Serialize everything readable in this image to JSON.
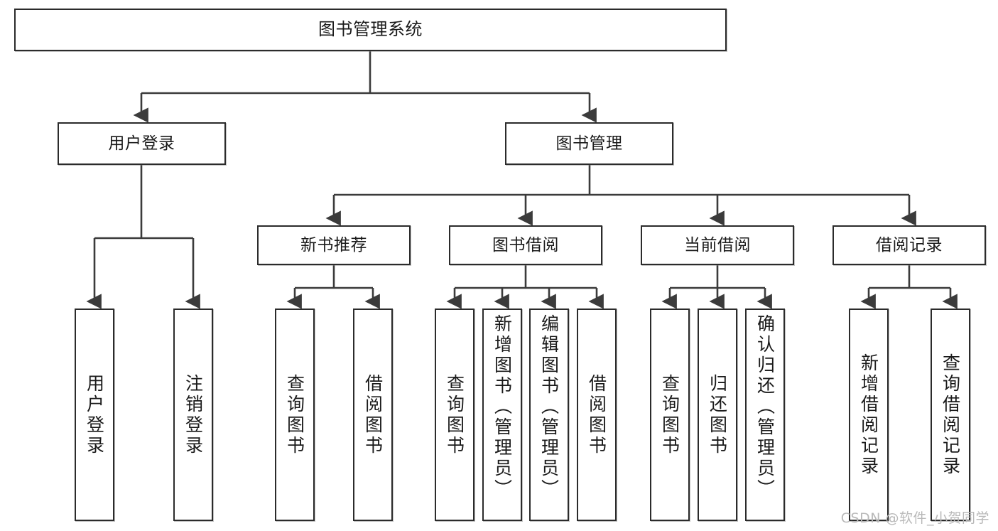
{
  "diagram": {
    "type": "tree-hierarchy",
    "title": "图书管理系统",
    "watermark": "CSDN @软件_小贺同学",
    "colors": {
      "border": "#2b2b2b",
      "background": "#ffffff",
      "text": "#1a1a1a",
      "connector": "#3b3b3b",
      "watermark": "#b9b9b9"
    },
    "levels": {
      "root": {
        "label": "图书管理系统"
      },
      "level2": [
        {
          "id": "user-login",
          "label": "用户登录"
        },
        {
          "id": "book-management",
          "label": "图书管理"
        }
      ],
      "level3": [
        {
          "id": "new-book-recommend",
          "label": "新书推荐",
          "parent": "book-management"
        },
        {
          "id": "book-borrow",
          "label": "图书借阅",
          "parent": "book-management"
        },
        {
          "id": "current-borrow",
          "label": "当前借阅",
          "parent": "book-management"
        },
        {
          "id": "borrow-record",
          "label": "借阅记录",
          "parent": "book-management"
        }
      ],
      "leaves": [
        {
          "id": "leaf-user-login",
          "label": "用户登录",
          "parent": "user-login"
        },
        {
          "id": "leaf-logout",
          "label": "注销登录",
          "parent": "user-login"
        },
        {
          "id": "leaf-query-book-1",
          "label": "查询图书",
          "parent": "new-book-recommend"
        },
        {
          "id": "leaf-borrow-book-1",
          "label": "借阅图书",
          "parent": "new-book-recommend"
        },
        {
          "id": "leaf-query-book-2",
          "label": "查询图书",
          "parent": "book-borrow"
        },
        {
          "id": "leaf-add-book",
          "label": "新增图书（管理员）",
          "parent": "book-borrow"
        },
        {
          "id": "leaf-edit-book",
          "label": "编辑图书（管理员）",
          "parent": "book-borrow"
        },
        {
          "id": "leaf-borrow-book-2",
          "label": "借阅图书",
          "parent": "book-borrow"
        },
        {
          "id": "leaf-query-book-3",
          "label": "查询图书",
          "parent": "current-borrow"
        },
        {
          "id": "leaf-return-book",
          "label": "归还图书",
          "parent": "current-borrow"
        },
        {
          "id": "leaf-confirm-return",
          "label": "确认归还（管理员）",
          "parent": "current-borrow"
        },
        {
          "id": "leaf-add-record",
          "label": "新增借阅记录",
          "parent": "borrow-record"
        },
        {
          "id": "leaf-query-record",
          "label": "查询借阅记录",
          "parent": "borrow-record"
        }
      ]
    }
  }
}
